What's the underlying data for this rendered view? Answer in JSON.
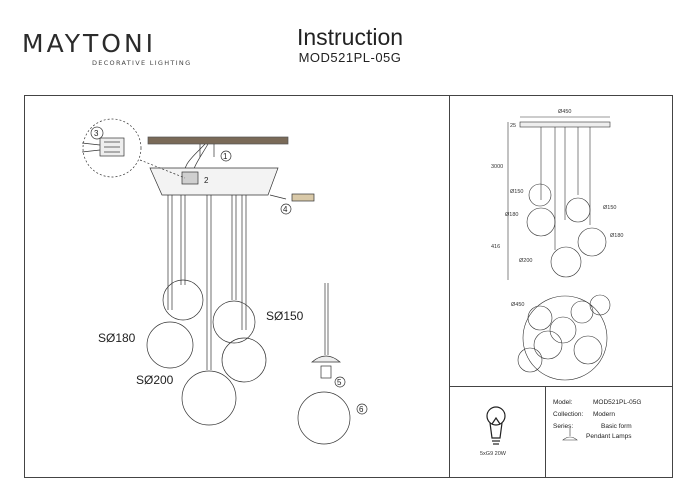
{
  "brand": {
    "name": "MAYTONI",
    "tagline": "DECORATIVE LIGHTING"
  },
  "header": {
    "title": "Instruction",
    "model": "MOD521PL-05G"
  },
  "assembly": {
    "steps": [
      "1",
      "2",
      "3",
      "4",
      "5",
      "6"
    ],
    "shade_labels": [
      "SØ150",
      "SØ180",
      "SØ200"
    ]
  },
  "dimensions": {
    "canopy_width": "Ø450",
    "canopy_height": "25",
    "cable_length": "3000",
    "drop_length": "416",
    "shade_a": "Ø150",
    "shade_b": "Ø180",
    "shade_c": "Ø150",
    "shade_d": "Ø180",
    "shade_e": "Ø200",
    "footprint": "Ø450"
  },
  "bulb": {
    "spec": "5xG9 20W"
  },
  "specs": {
    "model_label": "Model:",
    "model_value": "MOD521PL-05G",
    "collection_label": "Collection:",
    "collection_value": "Modern",
    "series_label": "Series:",
    "series_value": "Basic form",
    "type_value": "Pendant Lamps"
  }
}
